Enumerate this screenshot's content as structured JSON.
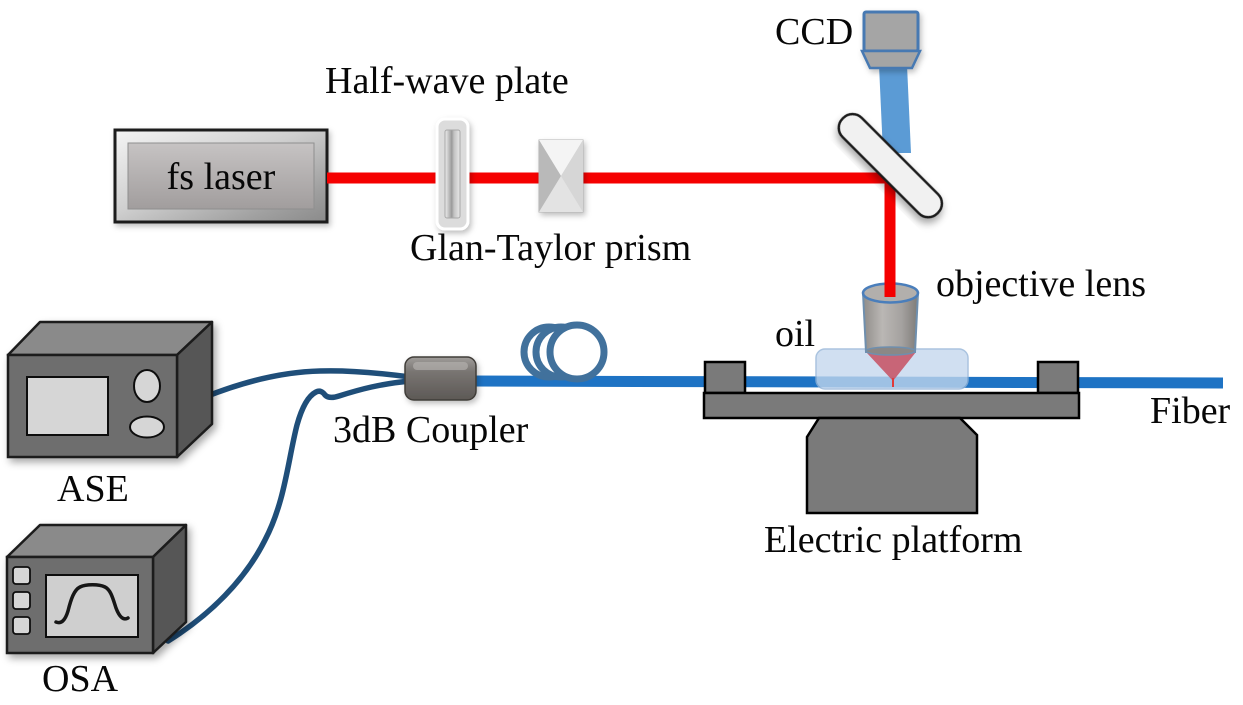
{
  "figure": {
    "kind": "optical-experiment-setup-diagram",
    "labels": {
      "fs_laser": "fs laser",
      "half_wave_plate": "Half-wave plate",
      "glan_taylor_prism": "Glan-Taylor prism",
      "ccd": "CCD",
      "objective_lens": "objective lens",
      "oil": "oil",
      "fiber": "Fiber",
      "electric_platform": "Electric platform",
      "coupler_3db": "3dB Coupler",
      "ase": "ASE",
      "osa": "OSA"
    },
    "colors": {
      "laser_beam_red": "#f50000",
      "ccd_beam_blue": "#5b9bd5",
      "main_fiber_blue": "#1e73c4",
      "patch_fiber_navy": "#1f4e79",
      "fiber_coil_blue": "#41719c",
      "instrument_gray": "#6e6e6e",
      "platform_gray": "#7a7a7a",
      "oil_slab_blue": "#c3d7ee",
      "focus_cone_pink": "#c75a6c"
    }
  }
}
